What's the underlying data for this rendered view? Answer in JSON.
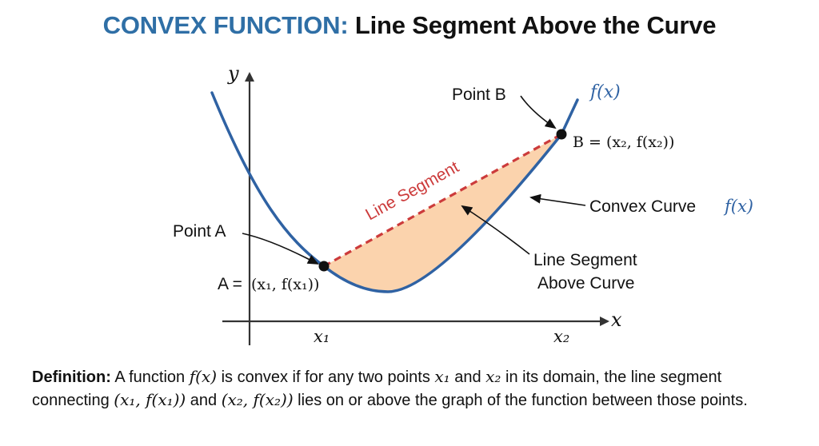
{
  "title": {
    "accent": "CONVEX FUNCTION:",
    "rest": "Line Segment Above the Curve"
  },
  "axes": {
    "y_label": "y",
    "x_label": "x",
    "x1_tick": "x₁",
    "x2_tick": "x₂"
  },
  "labels": {
    "curve_name": "f(x)",
    "point_b_title": "Point B",
    "point_b_coord": "B = (x₂, f(x₂))",
    "point_a_title": "Point A",
    "point_a_coord_prefix": "A =",
    "point_a_coord": "(x₁, f(x₁))",
    "line_segment": "Line Segment",
    "convex_curve_prefix": "Convex Curve",
    "convex_curve_fn": "f(x)",
    "segment_above_line1": "Line Segment",
    "segment_above_line2": "Above Curve"
  },
  "definition": {
    "bold": "Definition:",
    "p1": " A function ",
    "m1": "f(x)",
    "p2": " is convex if for any two points ",
    "m2": "x₁",
    "p3": " and ",
    "m3": "x₂",
    "p4": " in its domain, the line segment connecting ",
    "m4": "(x₁, f(x₁))",
    "p5": " and ",
    "m5": "(x₂, f(x₂))",
    "p6": " lies on or above the graph of the function between those points."
  },
  "colors": {
    "curve": "#2f62a3",
    "segment": "#cc3b3b",
    "fill": "#fbd3ad",
    "title_accent": "#2f6fa6"
  }
}
